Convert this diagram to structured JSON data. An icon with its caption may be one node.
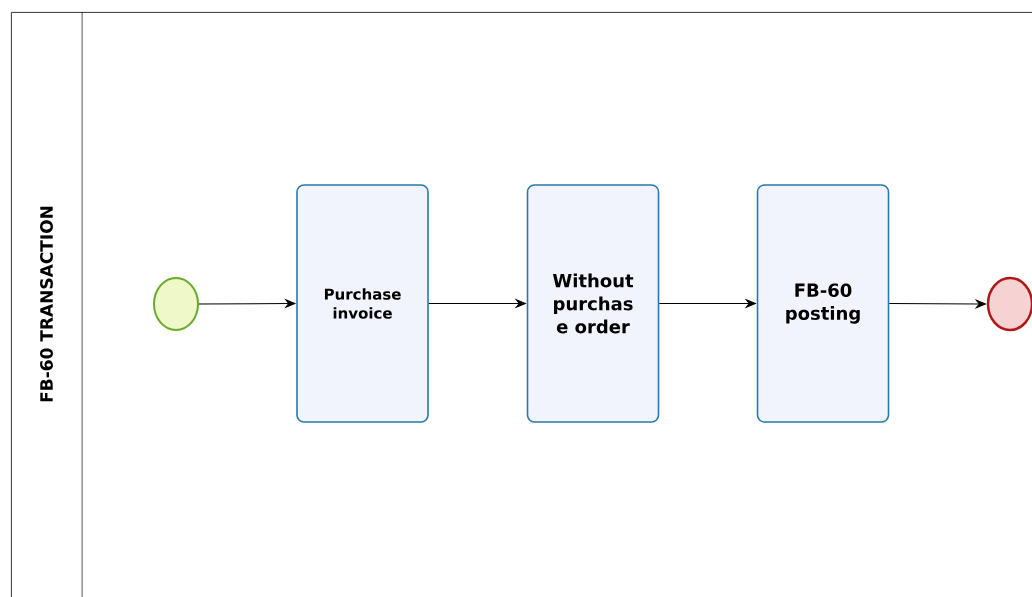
{
  "diagram": {
    "nodes": [
      {
        "text": [
          "FB-60 TRANSACTION"
        ]
      },
      {
        "text": [],
        "shape": "circle",
        "in": 0
      },
      {
        "text": [
          "Purchase invoice"
        ],
        "in": 0
      },
      {
        "text": [
          "Without purchas e order"
        ],
        "in": 0
      },
      {
        "text": [
          "FB-60 posting"
        ],
        "in": 0
      },
      {
        "text": [],
        "shape": "circle",
        "in": 0
      }
    ],
    "edges": [
      {
        "from": 1,
        "to": 2,
        "arrow": "to"
      },
      {
        "from": 2,
        "to": 3,
        "arrow": "to"
      },
      {
        "from": 3,
        "to": 4,
        "arrow": "to"
      },
      {
        "from": 4,
        "to": 5,
        "arrow": "to"
      }
    ]
  }
}
